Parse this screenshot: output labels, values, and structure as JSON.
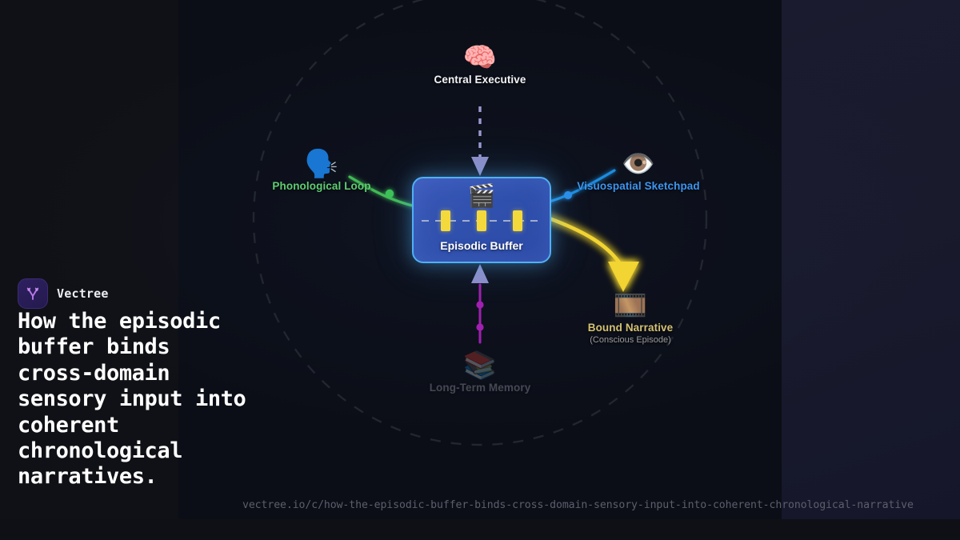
{
  "brand": {
    "name": "Vectree",
    "logo_icon": "vectree-tree-logo-icon",
    "logo_bg": "#2a1d57",
    "logo_accent": "#c07df0"
  },
  "headline": "How the episodic buffer binds cross-domain sensory input into coherent chronological narratives.",
  "url": "vectree.io/c/how-the-episodic-buffer-binds-cross-domain-sensory-input-into-coherent-chronological-narrative",
  "canvas": {
    "background": "#0b0e16",
    "left_panel_background": "#101116",
    "right_panel_background": "#1b1b2f",
    "orbit_ring_color": "#22262f"
  },
  "buffer": {
    "label": "Episodic Buffer",
    "icon": "clapperboard-icon",
    "icon_glyph": "🎬",
    "border_color": "#4fb0f5",
    "fill_color": "#3050ad",
    "timeline_slot_color": "#f4d93c",
    "timeline_slots": 3
  },
  "nodes": [
    {
      "id": "central-executive",
      "label": "Central Executive",
      "sublabel": "",
      "icon": "brain-icon",
      "icon_glyph": "🧠",
      "color": "#f2f4f8"
    },
    {
      "id": "phonological-loop",
      "label": "Phonological Loop",
      "sublabel": "",
      "icon": "speaking-head-icon",
      "icon_glyph": "🗣️",
      "color": "#5fce72"
    },
    {
      "id": "visuospatial-sketchpad",
      "label": "Visuospatial Sketchpad",
      "sublabel": "",
      "icon": "eye-icon",
      "icon_glyph": "👁️",
      "color": "#3d95ef"
    },
    {
      "id": "bound-narrative",
      "label": "Bound Narrative",
      "sublabel": "(Conscious Episode)",
      "icon": "film-frames-icon",
      "icon_glyph": "🎞️",
      "color": "#d4c174"
    },
    {
      "id": "long-term-memory",
      "label": "Long-Term Memory",
      "sublabel": "",
      "icon": "books-icon",
      "icon_glyph": "📚",
      "color": "#c9cdd6"
    }
  ],
  "edges": [
    {
      "id": "central-to-buffer",
      "from": "central-executive",
      "to": "episodic-buffer",
      "color": "#9a9ad0",
      "style": "dashed",
      "arrow": "down"
    },
    {
      "id": "phono-to-buffer",
      "from": "phonological-loop",
      "to": "episodic-buffer",
      "color": "#42bb55",
      "style": "solid",
      "arrow": "none"
    },
    {
      "id": "visuo-to-buffer",
      "from": "visuospatial-sketchpad",
      "to": "episodic-buffer",
      "color": "#1f8de0",
      "style": "solid",
      "arrow": "none"
    },
    {
      "id": "buffer-to-bound",
      "from": "episodic-buffer",
      "to": "bound-narrative",
      "color": "#f2d431",
      "style": "solid",
      "arrow": "down"
    },
    {
      "id": "ltm-to-buffer",
      "from": "long-term-memory",
      "to": "episodic-buffer",
      "color": "#a020b0",
      "style": "solid",
      "arrow": "up"
    }
  ]
}
